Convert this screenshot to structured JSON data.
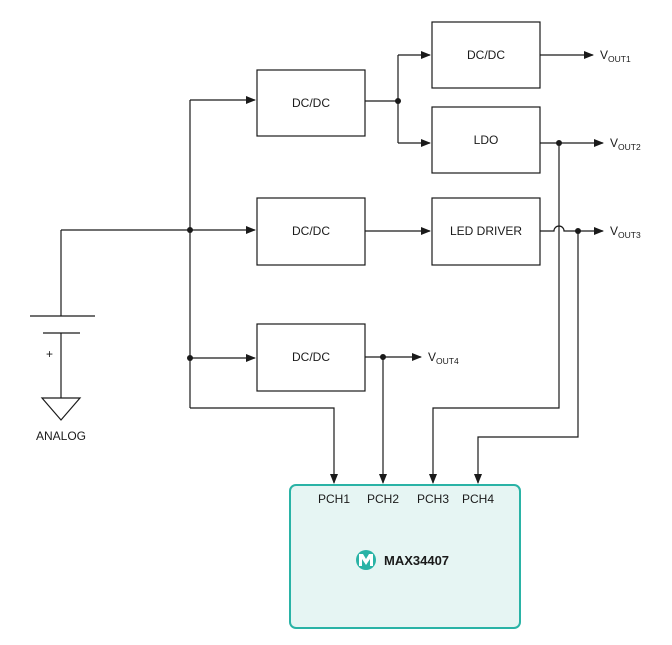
{
  "blocks": {
    "dcdc_top": "DC/DC",
    "dcdc_upper_right": "DC/DC",
    "ldo": "LDO",
    "dcdc_mid": "DC/DC",
    "led_driver": "LED DRIVER",
    "dcdc_bottom": "DC/DC"
  },
  "outputs": {
    "vout1": {
      "main": "V",
      "sub": "OUT1"
    },
    "vout2": {
      "main": "V",
      "sub": "OUT2"
    },
    "vout3": {
      "main": "V",
      "sub": "OUT3"
    },
    "vout4": {
      "main": "V",
      "sub": "OUT4"
    }
  },
  "battery": {
    "plus": "+",
    "ground": "ANALOG"
  },
  "chip": {
    "name": "MAX34407",
    "fill_color": "#e6f5f3",
    "border_color": "#2ab3a6",
    "logo_color": "#2ab3a6",
    "pins": [
      "PCH1",
      "PCH2",
      "PCH3",
      "PCH4"
    ]
  }
}
